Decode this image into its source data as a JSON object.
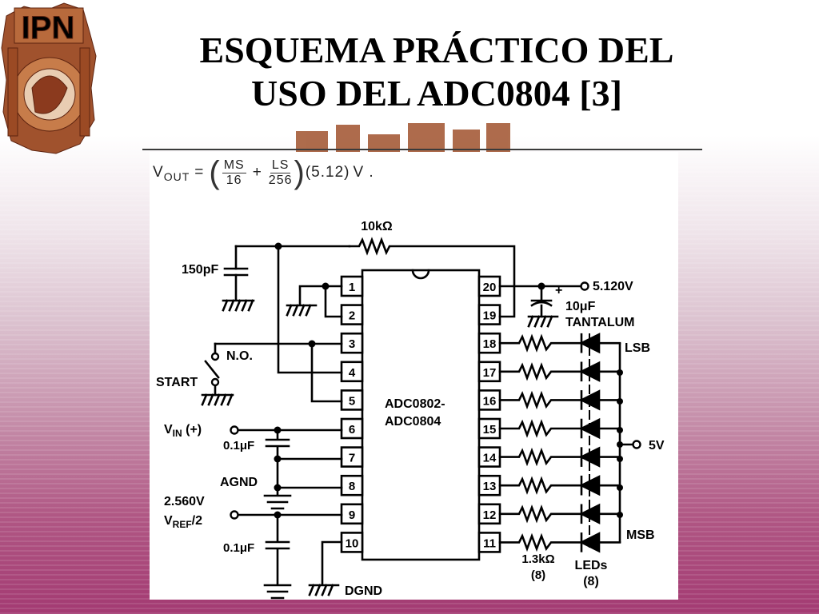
{
  "slide": {
    "title_line1": "ESQUEMA PRÁCTICO DEL",
    "title_line2": "USO DEL ADC0804 [3]",
    "logo_text": "IPN"
  },
  "formula": {
    "lhs": "V",
    "lhs_sub": "OUT",
    "equals": "=",
    "frac1_num": "MS",
    "frac1_den": "16",
    "plus": "+",
    "frac2_num": "LS",
    "frac2_den": "256",
    "factor": "(5.12)",
    "unit": "V ."
  },
  "circuit": {
    "chip_label_1": "ADC0802-",
    "chip_label_2": "ADC0804",
    "pins_left": [
      "1",
      "2",
      "3",
      "4",
      "5",
      "6",
      "7",
      "8",
      "9",
      "10"
    ],
    "pins_right": [
      "20",
      "19",
      "18",
      "17",
      "16",
      "15",
      "14",
      "13",
      "12",
      "11"
    ],
    "feedback_resistor": "10kΩ",
    "clock_cap": "150pF",
    "vcc_label": "5.120V",
    "tantalum_value": "10μF",
    "tantalum_type": "TANTALUM",
    "polarity": "+",
    "switch_label": "N.O.",
    "start_label": "START",
    "vin_label": "V",
    "vin_sub": "IN",
    "vin_suffix": " (+)",
    "cap_vin": "0.1μF",
    "agnd_label": "AGND",
    "vref_value": "2.560V",
    "vref_label": "V",
    "vref_sub": "REF",
    "vref_suffix": "/2",
    "cap_vref": "0.1μF",
    "dgnd_label": "DGND",
    "lsb_label": "LSB",
    "msb_label": "MSB",
    "supply_label": "5V",
    "led_resistor": "1.3kΩ",
    "led_resistor_count": "(8)",
    "leds_label": "LEDs",
    "leds_count": "(8)"
  },
  "colors": {
    "ink": "#000000",
    "background_bottom": "#a33a72",
    "seal_brown": "#8b3a1e"
  }
}
